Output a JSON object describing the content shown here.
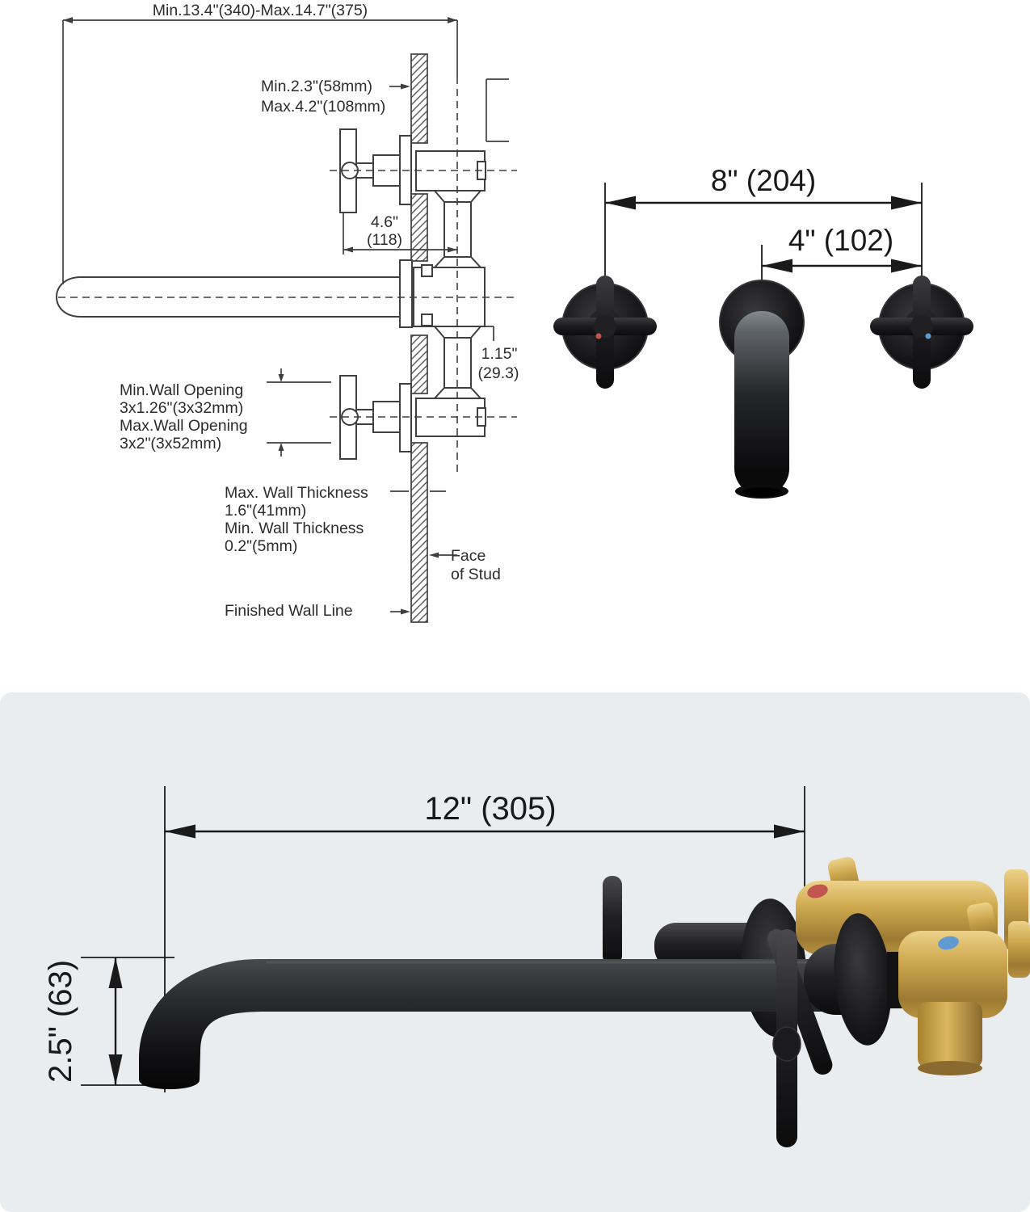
{
  "diagram": {
    "overall_dim": "Min.13.4\"(340)-Max.14.7\"(375)",
    "depth_min": "Min.2.3\"(58mm)",
    "depth_max": "Max.4.2\"(108mm)",
    "handle_offset_in": "4.6\"",
    "handle_offset_mm": "(118)",
    "center_offset_in": "1.15\"",
    "center_offset_mm": "(29.3)",
    "wall_opening": [
      "Min.Wall Opening",
      "3x1.26\"(3x32mm)",
      "Max.Wall Opening",
      "3x2\"(3x52mm)"
    ],
    "wall_thickness": [
      "Max. Wall Thickness",
      "1.6\"(41mm)",
      "Min. Wall Thickness",
      "0.2\"(5mm)"
    ],
    "face_of_stud": [
      "Face",
      "of Stud"
    ],
    "finished_wall_label": "Finished Wall Line"
  },
  "front_view": {
    "handle_spread_dim": "8\" (204)",
    "spout_to_handle_dim": "4\" (102)"
  },
  "side_view": {
    "spout_reach_dim": "12\" (305)",
    "spout_drop_dim": "2.5\" (63)"
  },
  "colors": {
    "panel_gray": "#e9edf0",
    "matte_black": "#1b1b1d",
    "brass": "#c9a24b",
    "hot_dot_red": "#c0564d",
    "cold_dot_blue": "#5f9bd0"
  }
}
